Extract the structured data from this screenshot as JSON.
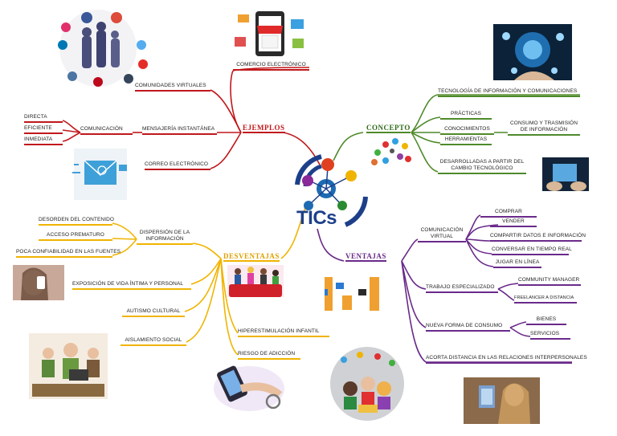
{
  "center": {
    "title": "TICs"
  },
  "colors": {
    "ejemplos": "#c0181b",
    "concepto": "#4e8a2a",
    "ventajas": "#6a2a8a",
    "desventajas": "#f0b400"
  },
  "ejemplos": {
    "label": "EJEMPLOS",
    "comercio": "COMERCIO ELECTRÓNICO",
    "comunidades": "COMUNIDADES VIRTUALES",
    "mensajeria": "MENSAJERÍA INSTANTÁNEA",
    "comunicacion": "COMUNICACIÓN",
    "directa": "DIRECTA",
    "eficiente": "EFICIENTE",
    "inmediata": "INMEDIATA",
    "correo": "CORREO ELECTRÓNICO"
  },
  "concepto": {
    "label": "CONCEPTO",
    "tecnologia": "TECNOLOGÍA DE INFORMACIÓN Y COMUNICACIONES",
    "practicas": "PRÁCTICAS",
    "conocimientos": "CONOCIMIENTOS",
    "herramientas": "HERRAMIENTAS",
    "consumo": "CONSUMO Y TRASMISIÓN DE INFORMACIÓN",
    "desarrolladas": "DESARROLLADAS A PARTIR DEL CAMBIO TECNOLÓGICO"
  },
  "ventajas": {
    "label": "VENTAJAS",
    "comunicacion_virtual": "COMUNICACIÓN VIRTUAL",
    "comprar": "COMPRAR",
    "vender": "VENDER",
    "compartir": "COMPARTIR DATOS E INFORMACIÓN",
    "conversar": "CONVERSAR EN TIEMPO REAL",
    "jugar": "JUGAR EN LÍNEA",
    "trabajo": "TRABAJO ESPECIALIZADO",
    "community": "COMMUNITY MANAGER",
    "freelancer": "FREELANCER A DISTANCIA",
    "nueva_forma": "NUEVA FORMA DE CONSUMO",
    "bienes": "BIENES",
    "servicios": "SERVICIOS",
    "acorta": "ACORTA DISTANCIA EN LAS RELACIONES INTERPERSONALES"
  },
  "desventajas": {
    "label": "DESVENTAJAS",
    "dispersion": "DISPERSIÓN DE LA INFORMACIÓN",
    "desorden": "DESORDEN DEL CONTENIDO",
    "acceso": "ACCESO PREMATURO",
    "poca": "POCA CONFIABILIDAD EN LAS FUENTES",
    "exposicion": "EXPOSICIÓN DE VIDA ÍNTIMA Y PERSONAL",
    "autismo": "AUTISMO CULTURAL",
    "aislamiento": "AISLAMIENTO SOCIAL",
    "hiper": "HIPERESTIMULACIÓN INFANTIL",
    "riesgo": "RIESGO DE ADICCIÓN"
  },
  "icons": {
    "social": "social-network-people-icon",
    "store": "online-store-phone-icon",
    "email": "email-envelope-icon",
    "globe": "network-globe-hand-icon",
    "infographic": "concept-people-network-icon",
    "tablet": "tablet-hands-icon",
    "payment": "hand-payment-icon",
    "couch": "family-couch-devices-icon",
    "girl": "girl-phone-photo-icon",
    "cartoon": "isolated-people-devices-icon",
    "handcuff": "phone-handcuff-icon",
    "kids": "kids-laptop-circle-icon",
    "woman": "woman-tablet-photo-icon"
  }
}
